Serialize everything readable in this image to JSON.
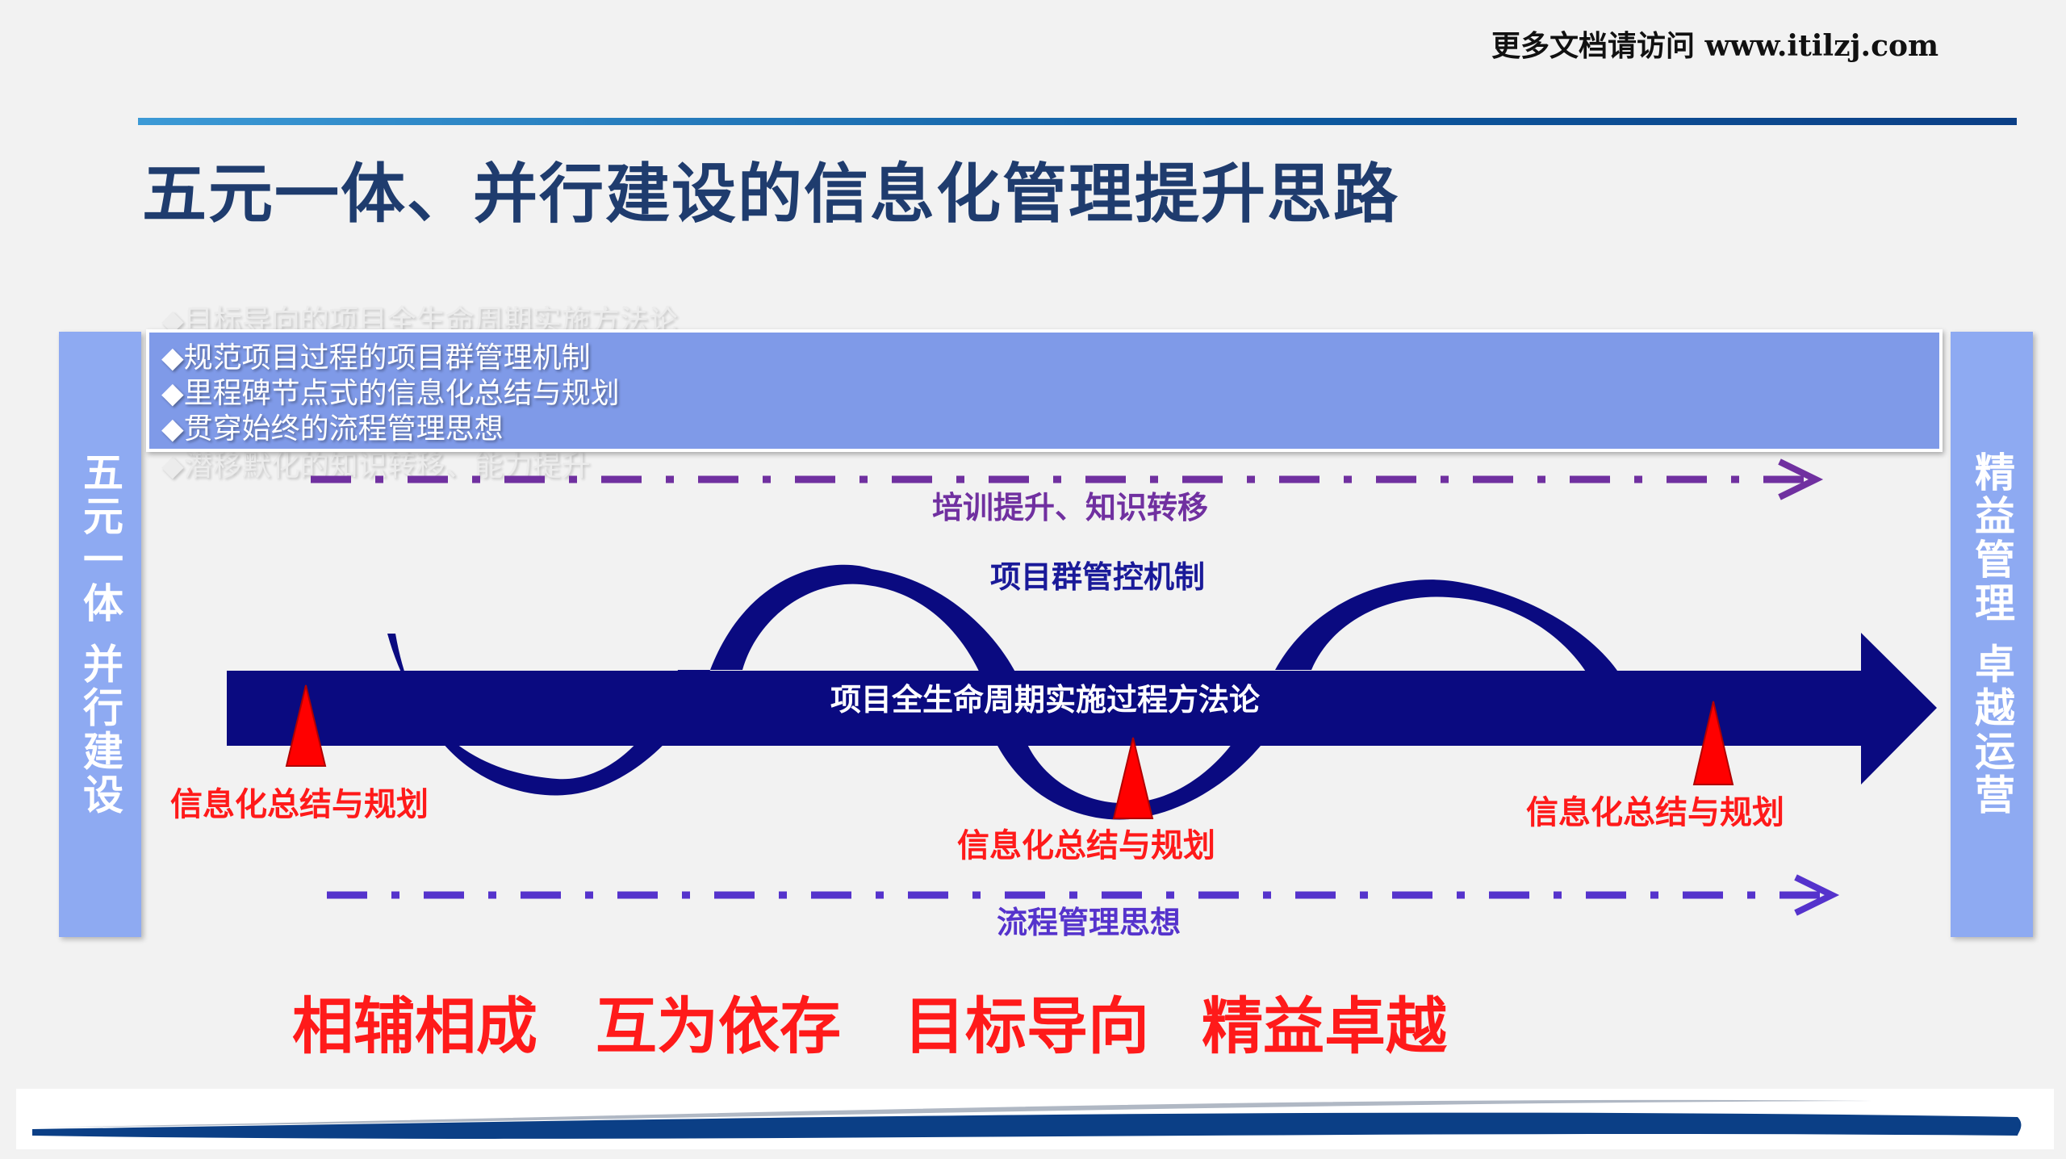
{
  "header": {
    "site_note": "更多文档请访问 www.itilzj.com",
    "title": "五元一体、并行建设的信息化管理提升思路"
  },
  "left_bar": {
    "label": "五元一体 并行建设"
  },
  "right_bar": {
    "label": "精益管理 卓越运营"
  },
  "bullets": [
    "◆目标导向的项目全生命周期实施方法论",
    "◆规范项目过程的项目群管理机制",
    "◆里程碑节点式的信息化总结与规划",
    "◆贯穿始终的流程管理思想",
    "◆潜移默化的知识转移、能力提升"
  ],
  "diagram": {
    "top_dashed_label": "培训提升、知识转移",
    "loop_label": "项目群管控机制",
    "main_arrow_label": "项目全生命周期实施过程方法论",
    "milestones": [
      "信息化总结与规划",
      "信息化总结与规划",
      "信息化总结与规划"
    ],
    "bottom_dashed_label": "流程管理思想",
    "colors": {
      "arrow": "#0a0a80",
      "top_dash": "#7030a0",
      "bottom_dash": "#5533cc",
      "milestone": "#ff0000"
    }
  },
  "slogans": [
    "相辅相成",
    "互为依存",
    "目标导向",
    "精益卓越"
  ]
}
